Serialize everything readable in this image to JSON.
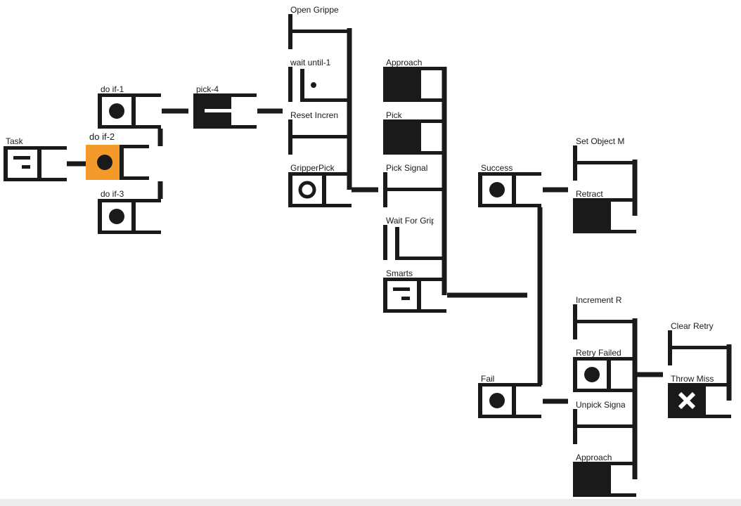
{
  "colors": {
    "ink": "#1a1a1a",
    "accent": "#f39a2b",
    "background": "#ffffff"
  },
  "nodes": {
    "task": {
      "label": "Task",
      "icon": "lines-icon"
    },
    "do_if_1": {
      "label": "do if-1",
      "icon": "dot-icon"
    },
    "do_if_2": {
      "label": "do if-2",
      "icon": "dot-icon",
      "selected": true
    },
    "do_if_3": {
      "label": "do if-3",
      "icon": "dot-icon"
    },
    "pick_4": {
      "label": "pick-4",
      "icon": "slot-icon"
    },
    "open_gripper": {
      "label": "Open Grippe",
      "icon": "bracket-icon"
    },
    "wait_until_1": {
      "label": "wait until-1",
      "icon": "wait-icon"
    },
    "reset_increment": {
      "label": "Reset Incren",
      "icon": "bracket-icon"
    },
    "gripper_pick": {
      "label": "GripperPick",
      "icon": "ring-icon"
    },
    "approach_1": {
      "label": "Approach",
      "icon": "filled-block-icon"
    },
    "pick": {
      "label": "Pick",
      "icon": "filled-block-icon"
    },
    "pick_signal": {
      "label": "Pick Signal",
      "icon": "bracket-icon"
    },
    "wait_for_gripper": {
      "label": "Wait For Grip",
      "icon": "wait-icon"
    },
    "smarts": {
      "label": "Smarts",
      "icon": "lines-icon"
    },
    "success": {
      "label": "Success",
      "icon": "dot-icon"
    },
    "set_object": {
      "label": "Set Object M",
      "icon": "bracket-icon"
    },
    "retract": {
      "label": "Retract",
      "icon": "filled-block-icon"
    },
    "fail": {
      "label": "Fail",
      "icon": "dot-icon"
    },
    "increment_retry": {
      "label": "Increment R",
      "icon": "bracket-icon"
    },
    "retry_failed": {
      "label": "Retry Failed",
      "icon": "dot-icon"
    },
    "unpick_signal": {
      "label": "Unpick Signa",
      "icon": "bracket-icon"
    },
    "approach_2": {
      "label": "Approach",
      "icon": "filled-block-icon"
    },
    "clear_retry": {
      "label": "Clear Retry",
      "icon": "bracket-icon"
    },
    "throw_miss": {
      "label": "Throw Miss",
      "icon": "x-icon"
    }
  }
}
